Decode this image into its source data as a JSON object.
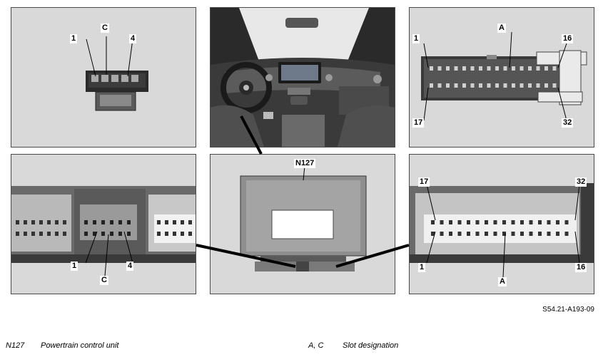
{
  "panel_labels": {
    "p1_pin_left": "1",
    "p1_slot": "C",
    "p1_pin_right": "4",
    "p3_slot": "A",
    "p3_pin_tl": "1",
    "p3_pin_tr": "16",
    "p3_pin_bl": "17",
    "p3_pin_br": "32",
    "p5_title": "N127",
    "p4_pin_left": "1",
    "p4_slot": "C",
    "p4_pin_right": "4",
    "p6_pin_tl": "17",
    "p6_pin_tr": "32",
    "p6_pin_bl": "1",
    "p6_slot": "A",
    "p6_pin_br": "16"
  },
  "reference_code": "S54.21-A193-09",
  "legend": {
    "left_code": "N127",
    "left_text": "Powertrain control unit",
    "right_code": "A, C",
    "right_text": "Slot designation"
  }
}
